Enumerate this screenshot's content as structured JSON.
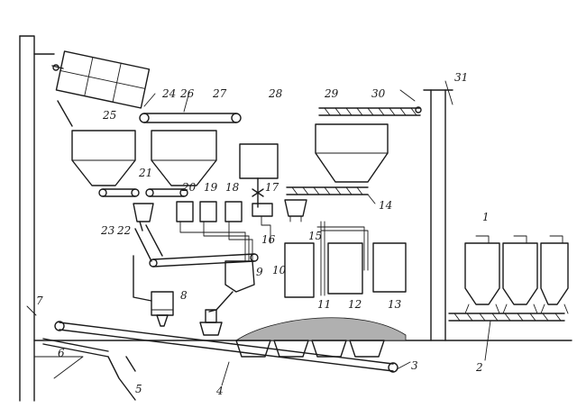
{
  "diagram": {
    "labels": {
      "n1": "1",
      "n2": "2",
      "n3": "3",
      "n4": "4",
      "n5": "5",
      "n6": "6",
      "n7": "7",
      "n8": "8",
      "n9": "9",
      "n10": "10",
      "n11": "11",
      "n12": "12",
      "n13": "13",
      "n14": "14",
      "n15": "15",
      "n16": "16",
      "n17": "17",
      "n18": "18",
      "n19": "19",
      "n20": "20",
      "n21": "21",
      "n22": "22",
      "n23": "23",
      "n24": "24",
      "n25": "25",
      "n26": "26",
      "n27": "27",
      "n28": "28",
      "n29": "29",
      "n30": "30",
      "n31": "31"
    },
    "colors": {
      "ink": "#1a1a1a",
      "background": "#ffffff",
      "pile": "#b0b0b0"
    }
  }
}
